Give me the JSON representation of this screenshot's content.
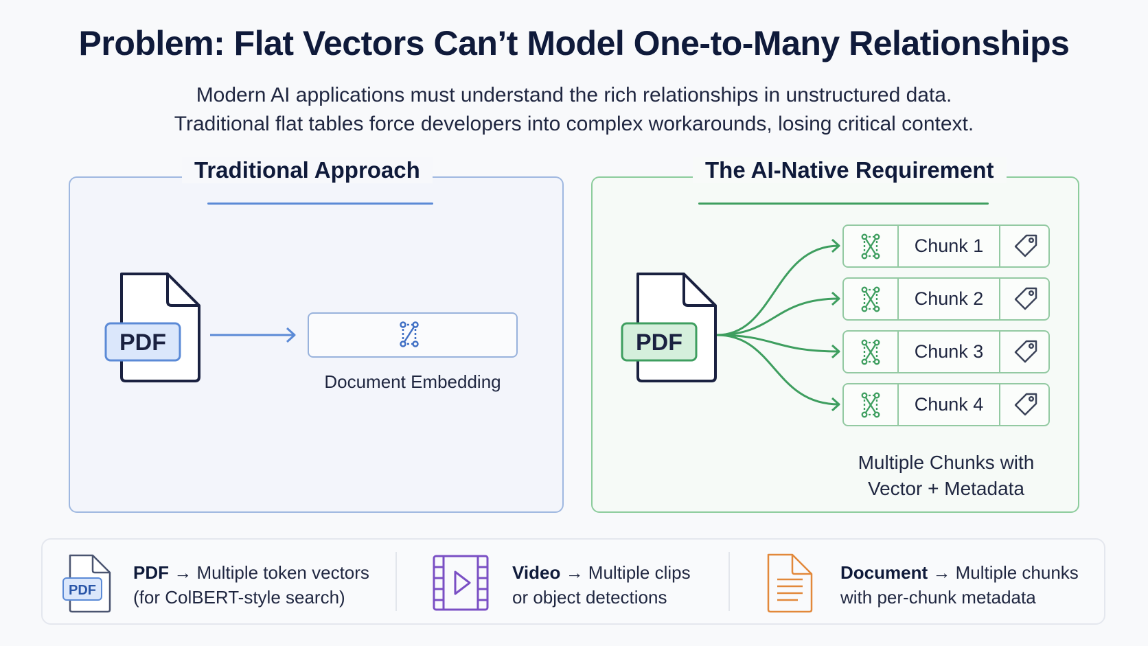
{
  "title": "Problem: Flat Vectors Can’t Model One-to-Many Relationships",
  "subtitle": {
    "line1": "Modern AI applications must understand the rich relationships in unstructured data.",
    "line2": "Traditional flat tables force developers into complex workarounds, losing critical context."
  },
  "left_panel": {
    "title": "Traditional Approach",
    "file_badge": "PDF",
    "embedding_label": "Document Embedding"
  },
  "right_panel": {
    "title": "The AI-Native Requirement",
    "file_badge": "PDF",
    "chunks": [
      "Chunk 1",
      "Chunk 2",
      "Chunk 3",
      "Chunk 4"
    ],
    "caption_line1": "Multiple Chunks with",
    "caption_line2": "Vector + Metadata"
  },
  "bottom": [
    {
      "badge": "PDF",
      "name": "PDF",
      "arrow": "→",
      "rest": "Multiple token vectors",
      "line2": "(for ColBERT-style search)",
      "icon": "pdf-file-icon"
    },
    {
      "name": "Video",
      "arrow": "→",
      "rest": "Multiple clips",
      "line2": "or object detections",
      "icon": "video-icon"
    },
    {
      "name": "Document",
      "arrow": "→",
      "rest": "Multiple chunks",
      "line2": "with per-chunk metadata",
      "icon": "document-icon"
    }
  ],
  "colors": {
    "blue": "#5b8ad6",
    "green": "#3e9e5f",
    "purple": "#7a4fc4",
    "orange": "#e2883a"
  }
}
